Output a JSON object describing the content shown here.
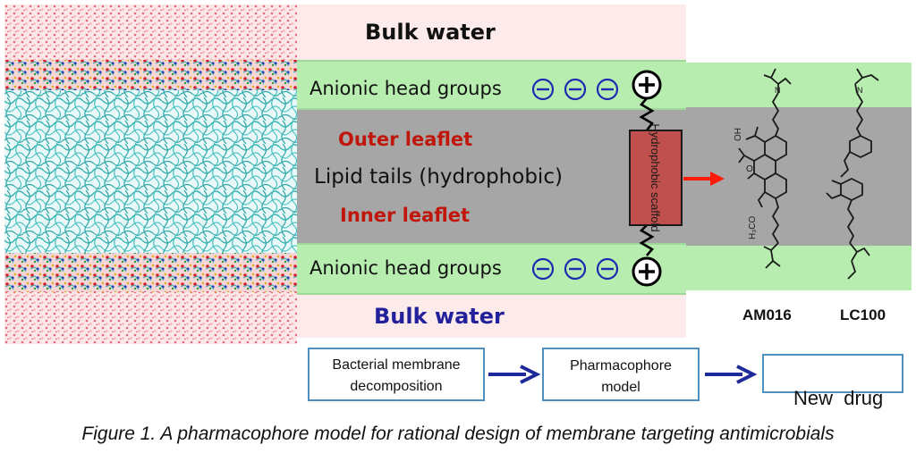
{
  "labels": {
    "bulk_water_top": "Bulk water",
    "anionic_top": "Anionic head groups",
    "outer_leaflet": "Outer leaflet",
    "lipid_tails": "Lipid tails (hydrophobic)",
    "inner_leaflet": "Inner leaflet",
    "anionic_bottom": "Anionic head groups",
    "bulk_water_bottom": "Bulk water",
    "scaffold": "Hydrophobic scaffold",
    "compound_1": "AM016",
    "compound_2": "LC100"
  },
  "symbols": {
    "minus": "−",
    "plus": "+"
  },
  "flow": {
    "step1": "Bacterial membrane decomposition",
    "step2": "Pharmacophore model",
    "step3": "New  drug"
  },
  "caption": "Figure 1. A pharmacophore model for rational design of membrane targeting antimicrobials",
  "colors": {
    "water": "#fdeaea",
    "head_groups": "#b8edb0",
    "tails": "#a6a6a6",
    "scaffold": "#c0504d",
    "leaflet_text": "#c0160c",
    "bulk_water_bottom_text": "#22209a",
    "arrow_red": "#ff1a0a",
    "arrow_blue": "#1f2a9a"
  }
}
